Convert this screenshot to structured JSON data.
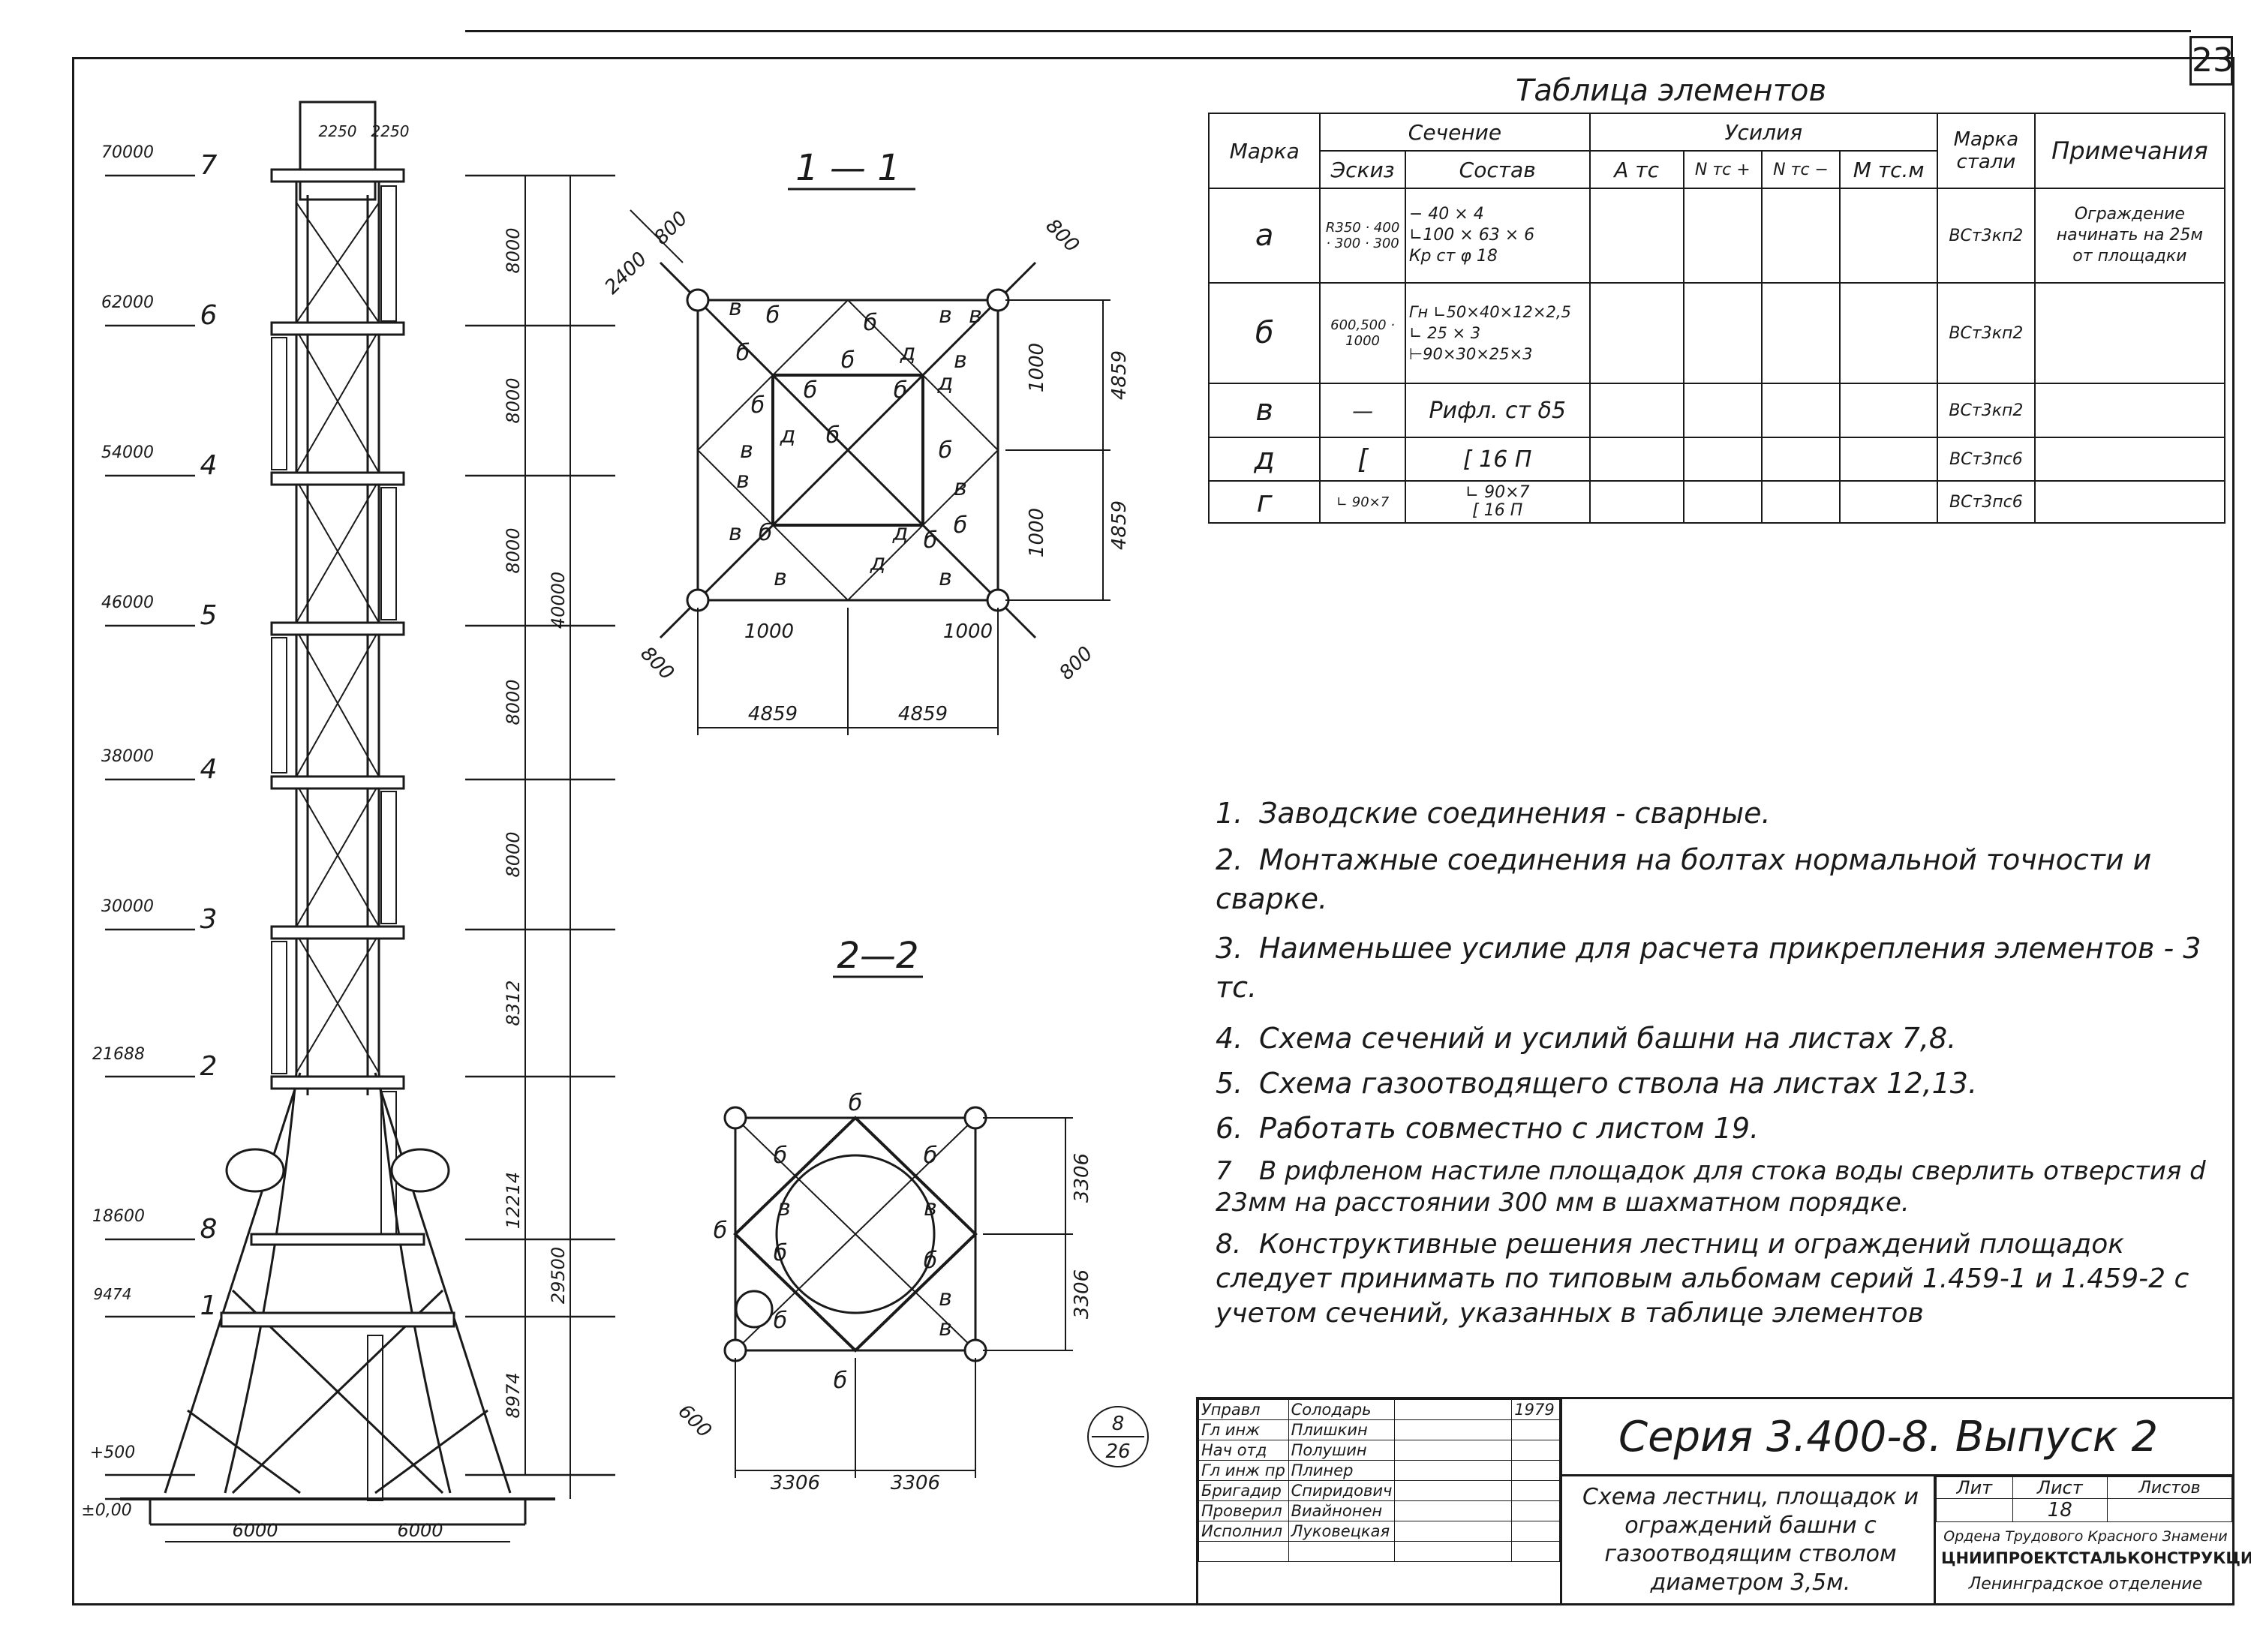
{
  "sheet": {
    "number": "23"
  },
  "tower": {
    "elevations": [
      "70000",
      "62000",
      "54000",
      "46000",
      "38000",
      "30000",
      "21688",
      "18600",
      "9474",
      "+500",
      "±0,00"
    ],
    "section_marks": [
      "7",
      "6",
      "4",
      "5",
      "4",
      "3",
      "2",
      "8",
      "1"
    ],
    "heights": [
      "8000",
      "8000",
      "8000",
      "8000",
      "8000",
      "8312",
      "12214",
      "8974"
    ],
    "total_heights": [
      "40000",
      "29500"
    ],
    "top_widths": [
      "2250",
      "2250"
    ],
    "base_widths": [
      "6000",
      "6000"
    ]
  },
  "section1": {
    "title": "1 — 1",
    "dims": [
      "2400",
      "800",
      "800",
      "1000",
      "4859",
      "4859",
      "1000",
      "800",
      "800",
      "1000",
      "1000",
      "4859",
      "4859"
    ],
    "element_marks": [
      "в",
      "б",
      "б",
      "в",
      "в",
      "б",
      "б",
      "в",
      "б",
      "д",
      "д",
      "б",
      "б",
      "в",
      "в",
      "д",
      "б",
      "в",
      "в",
      "б",
      "д",
      "б",
      "б",
      "д",
      "в",
      "б",
      "в"
    ]
  },
  "section2": {
    "title": "2—2",
    "dims": [
      "3306",
      "3306",
      "600",
      "3306",
      "3306"
    ],
    "element_marks": [
      "б",
      "б",
      "б",
      "б",
      "в",
      "в",
      "б",
      "б",
      "в",
      "б",
      "в",
      "б"
    ],
    "sheet_ref_top": "8",
    "sheet_ref_bottom": "26"
  },
  "table": {
    "title": "Таблица элементов",
    "headers": {
      "mark": "Марка",
      "section": "Сечение",
      "sketch": "Эскиз",
      "composition": "Состав",
      "forces": "Усилия",
      "a": "А тс",
      "n_plus": "N тс +",
      "n_minus": "N тс −",
      "m": "М тс.м",
      "steel": "Марка стали",
      "notes": "Примечания"
    },
    "rows": [
      {
        "mark": "а",
        "sketch": "R350 · 400 · 300 · 300",
        "composition": [
          "− 40 × 4",
          "∟100 × 63 × 6",
          "Кр ст φ 18"
        ],
        "steel": "ВСт3кп2",
        "note": [
          "Ограждение",
          "начинать на 25м",
          "от площадки"
        ]
      },
      {
        "mark": "б",
        "sketch": "600,500 · 1000",
        "composition": [
          "Гн ∟50×40×12×2,5",
          "∟ 25 × 3",
          "⊢90×30×25×3"
        ],
        "steel": "ВСт3кп2",
        "note": []
      },
      {
        "mark": "в",
        "sketch": "—",
        "composition": [
          "Рифл. ст δ5"
        ],
        "steel": "ВСт3кп2",
        "note": []
      },
      {
        "mark": "д",
        "sketch": "[",
        "composition": [
          "[ 16 П"
        ],
        "steel": "ВСт3пс6",
        "note": []
      },
      {
        "mark": "г",
        "sketch": "∟ 90×7",
        "composition": [
          "∟ 90×7",
          "[ 16 П"
        ],
        "steel": "ВСт3пс6",
        "note": []
      }
    ]
  },
  "notes": [
    {
      "n": "1.",
      "text": "Заводские соединения - сварные."
    },
    {
      "n": "2.",
      "text": "Монтажные соединения на болтах нормальной точности и сварке."
    },
    {
      "n": "3.",
      "text": "Наименьшее усилие для расчета прикрепления элементов - 3 тс."
    },
    {
      "n": "4.",
      "text": "Схема сечений и усилий башни на листах 7,8."
    },
    {
      "n": "5.",
      "text": "Схема газоотводящего ствола на листах 12,13."
    },
    {
      "n": "6.",
      "text": "Работать совместно с листом 19."
    },
    {
      "n": "7",
      "text": "В рифленом настиле площадок для стока воды сверлить отверстия d 23мм на расстоянии 300 мм в шахматном порядке."
    },
    {
      "n": "8.",
      "text": "Конструктивные решения лестниц и ограждений площадок следует принимать по типовым альбомам серий 1.459-1 и 1.459-2 с учетом сечений, указанных в таблице элементов"
    }
  ],
  "stamp": {
    "series": "Серия 3.400-8. Выпуск 2",
    "roles": [
      {
        "role": "Управл",
        "name": "Солодарь"
      },
      {
        "role": "Гл инж",
        "name": "Плишкин"
      },
      {
        "role": "Нач отд",
        "name": "Полушин"
      },
      {
        "role": "Гл инж пр",
        "name": "Плинер"
      },
      {
        "role": "Бригадир",
        "name": "Спиридович"
      },
      {
        "role": "Проверил",
        "name": "Виайнонен"
      },
      {
        "role": "Исполнил",
        "name": "Луковецкая"
      }
    ],
    "year": "1979",
    "description": "Схема лестниц, площадок и ограждений башни с газоотводящим стволом диаметром 3,5м.",
    "lit_label": "Лит",
    "sheet_label": "Лист",
    "sheets_label": "Листов",
    "sheet_value": "18",
    "org_line1": "Ордена Трудового Красного Знамени",
    "org_line2": "ЦНИИПРОЕКТСТАЛЬКОНСТРУКЦИЯ",
    "org_line3": "Ленинградское отделение"
  }
}
